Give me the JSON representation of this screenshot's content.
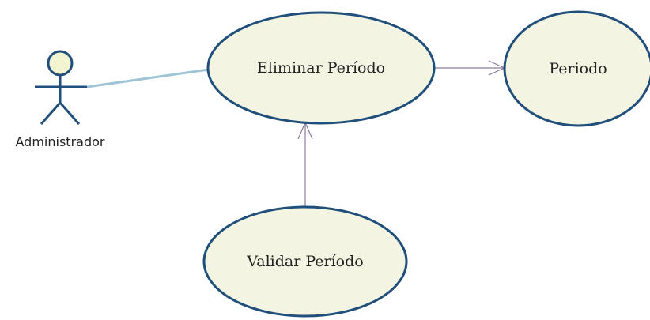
{
  "diagram": {
    "actor": {
      "name": "Administrador",
      "icon": "stick-figure-icon"
    },
    "use_cases": [
      {
        "id": "eliminar",
        "label": "Eliminar Período"
      },
      {
        "id": "periodo",
        "label": "Periodo"
      },
      {
        "id": "validar",
        "label": "Validar Período"
      }
    ],
    "relations": [
      {
        "from": "Administrador",
        "to": "Eliminar Período",
        "type": "association"
      },
      {
        "from": "Eliminar Período",
        "to": "Periodo",
        "type": "dependency"
      },
      {
        "from": "Validar Período",
        "to": "Eliminar Período",
        "type": "dependency"
      }
    ],
    "colors": {
      "ellipse_fill": "#f4f4e2",
      "ellipse_stroke": "#1f4f7a",
      "actor_head_fill": "#f2f5cf",
      "actor_stroke": "#1f4f7a",
      "association_line": "#9fc4d6",
      "arrow_line": "#8a7a9f"
    }
  }
}
